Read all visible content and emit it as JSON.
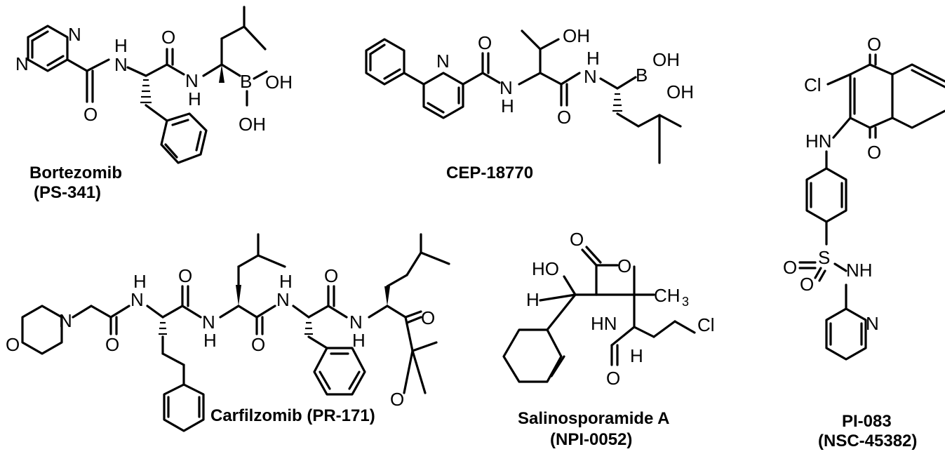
{
  "compounds": [
    {
      "name": "Bortezomib",
      "alt": "(PS-341)"
    },
    {
      "name": "CEP-18770",
      "alt": ""
    },
    {
      "name": "PI-083",
      "alt": "(NSC-45382)"
    },
    {
      "name": "Carfilzomib (PR-171)",
      "alt": ""
    },
    {
      "name": "Salinosporamide A",
      "alt": "(NPI-0052)"
    }
  ],
  "atoms": {
    "N": "N",
    "H": "H",
    "O": "O",
    "B": "B",
    "OH": "OH",
    "HO": "HO",
    "Cl": "Cl",
    "HN": "HN",
    "NH": "NH",
    "S": "S",
    "CH": "CH",
    "three": "3"
  }
}
